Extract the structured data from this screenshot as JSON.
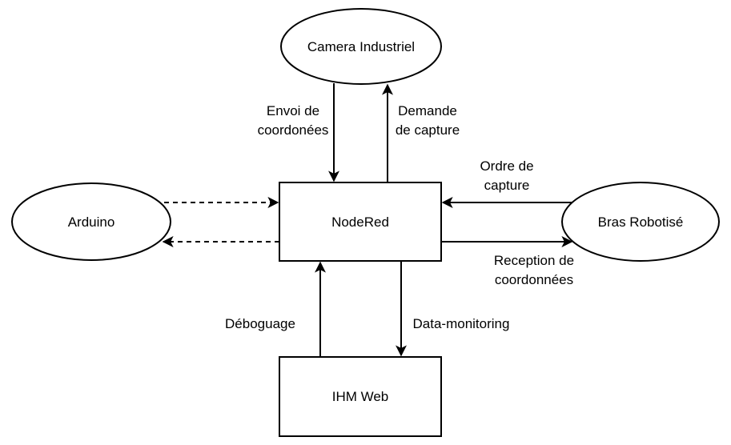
{
  "nodes": {
    "camera": {
      "label": "Camera Industriel"
    },
    "nodered": {
      "label": "NodeRed"
    },
    "arduino": {
      "label": "Arduino"
    },
    "bras": {
      "label": "Bras Robotisé"
    },
    "ihm": {
      "label": "IHM Web"
    }
  },
  "edges": {
    "envoi_coordonees": {
      "line1": "Envoi de",
      "line2": "coordonées"
    },
    "demande_capture": {
      "line1": "Demande",
      "line2": "de capture"
    },
    "ordre_capture": {
      "line1": "Ordre de",
      "line2": "capture"
    },
    "reception_coordonnees": {
      "line1": "Reception de",
      "line2": "coordonnées"
    },
    "deboguage": {
      "label": "Déboguage"
    },
    "data_monitoring": {
      "label": "Data-monitoring"
    }
  }
}
